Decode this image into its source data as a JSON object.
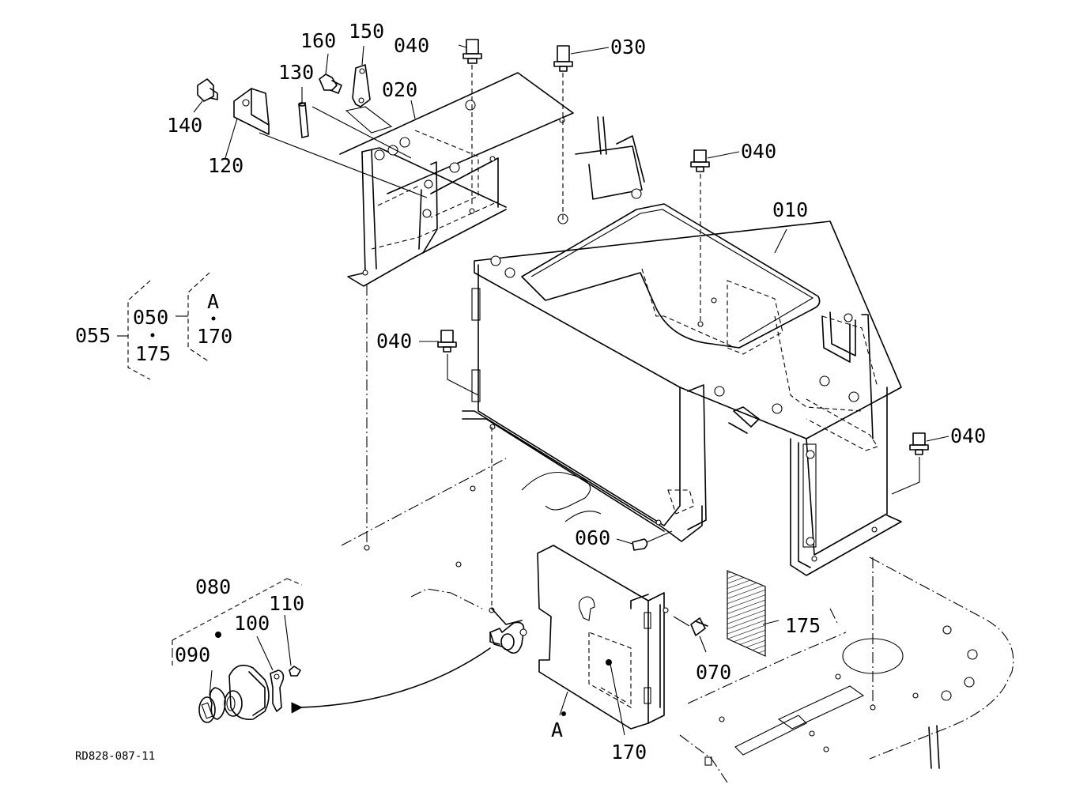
{
  "drawing_id": "RD828-087-11",
  "callouts": {
    "p010": "010",
    "p020": "020",
    "p030": "030",
    "p040a": "040",
    "p040b": "040",
    "p040c": "040",
    "p040d": "040",
    "p050": "050",
    "p055": "055",
    "p060": "060",
    "p070": "070",
    "p080": "080",
    "p090": "090",
    "p100": "100",
    "p110": "110",
    "p120": "120",
    "p130": "130",
    "p140": "140",
    "p150": "150",
    "p160": "160",
    "p170a": "170",
    "p170b": "170",
    "p175a": "175",
    "p175b": "175",
    "refA1": "A",
    "refA2": "A"
  },
  "colors": {
    "line": "#000000",
    "background": "#ffffff"
  }
}
